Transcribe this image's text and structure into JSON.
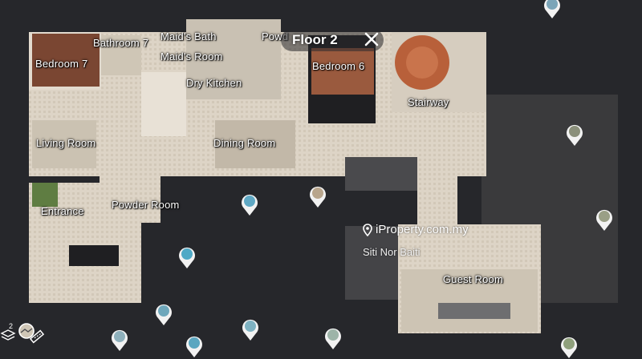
{
  "viewer": {
    "floor_label": "Floor 2",
    "close_icon": "close-icon"
  },
  "rooms": [
    {
      "id": "bedroom-7",
      "label": "Bedroom 7"
    },
    {
      "id": "bathroom-7",
      "label": "Bathroom 7"
    },
    {
      "id": "maids-bath",
      "label": "Maid's Bath"
    },
    {
      "id": "maids-room",
      "label": "Maid's Room"
    },
    {
      "id": "powder-room-top",
      "label": "Powd"
    },
    {
      "id": "bedroom-6",
      "label": "Bedroom 6"
    },
    {
      "id": "dry-kitchen",
      "label": "Dry Kitchen"
    },
    {
      "id": "stairway",
      "label": "Stairway"
    },
    {
      "id": "living-room",
      "label": "Living Room"
    },
    {
      "id": "dining-room",
      "label": "Dining Room"
    },
    {
      "id": "entrance",
      "label": "Entrance"
    },
    {
      "id": "powder-room",
      "label": "Powder Room"
    },
    {
      "id": "guest-room",
      "label": "Guest Room"
    }
  ],
  "watermark": {
    "brand": "iProperty.com.my",
    "agent": "Siti Nor Baiti",
    "pin_icon": "location-pin-icon"
  },
  "colors": {
    "background": "#26272b",
    "floor": "#d8cfc0",
    "wood": "#7a3f24",
    "label": "#ffffff"
  },
  "toolbar": {
    "floors_icon": "floors-stack-icon",
    "floors_count": "2",
    "view_icon": "panorama-view-icon",
    "measure_icon": "measure-ruler-icon"
  }
}
